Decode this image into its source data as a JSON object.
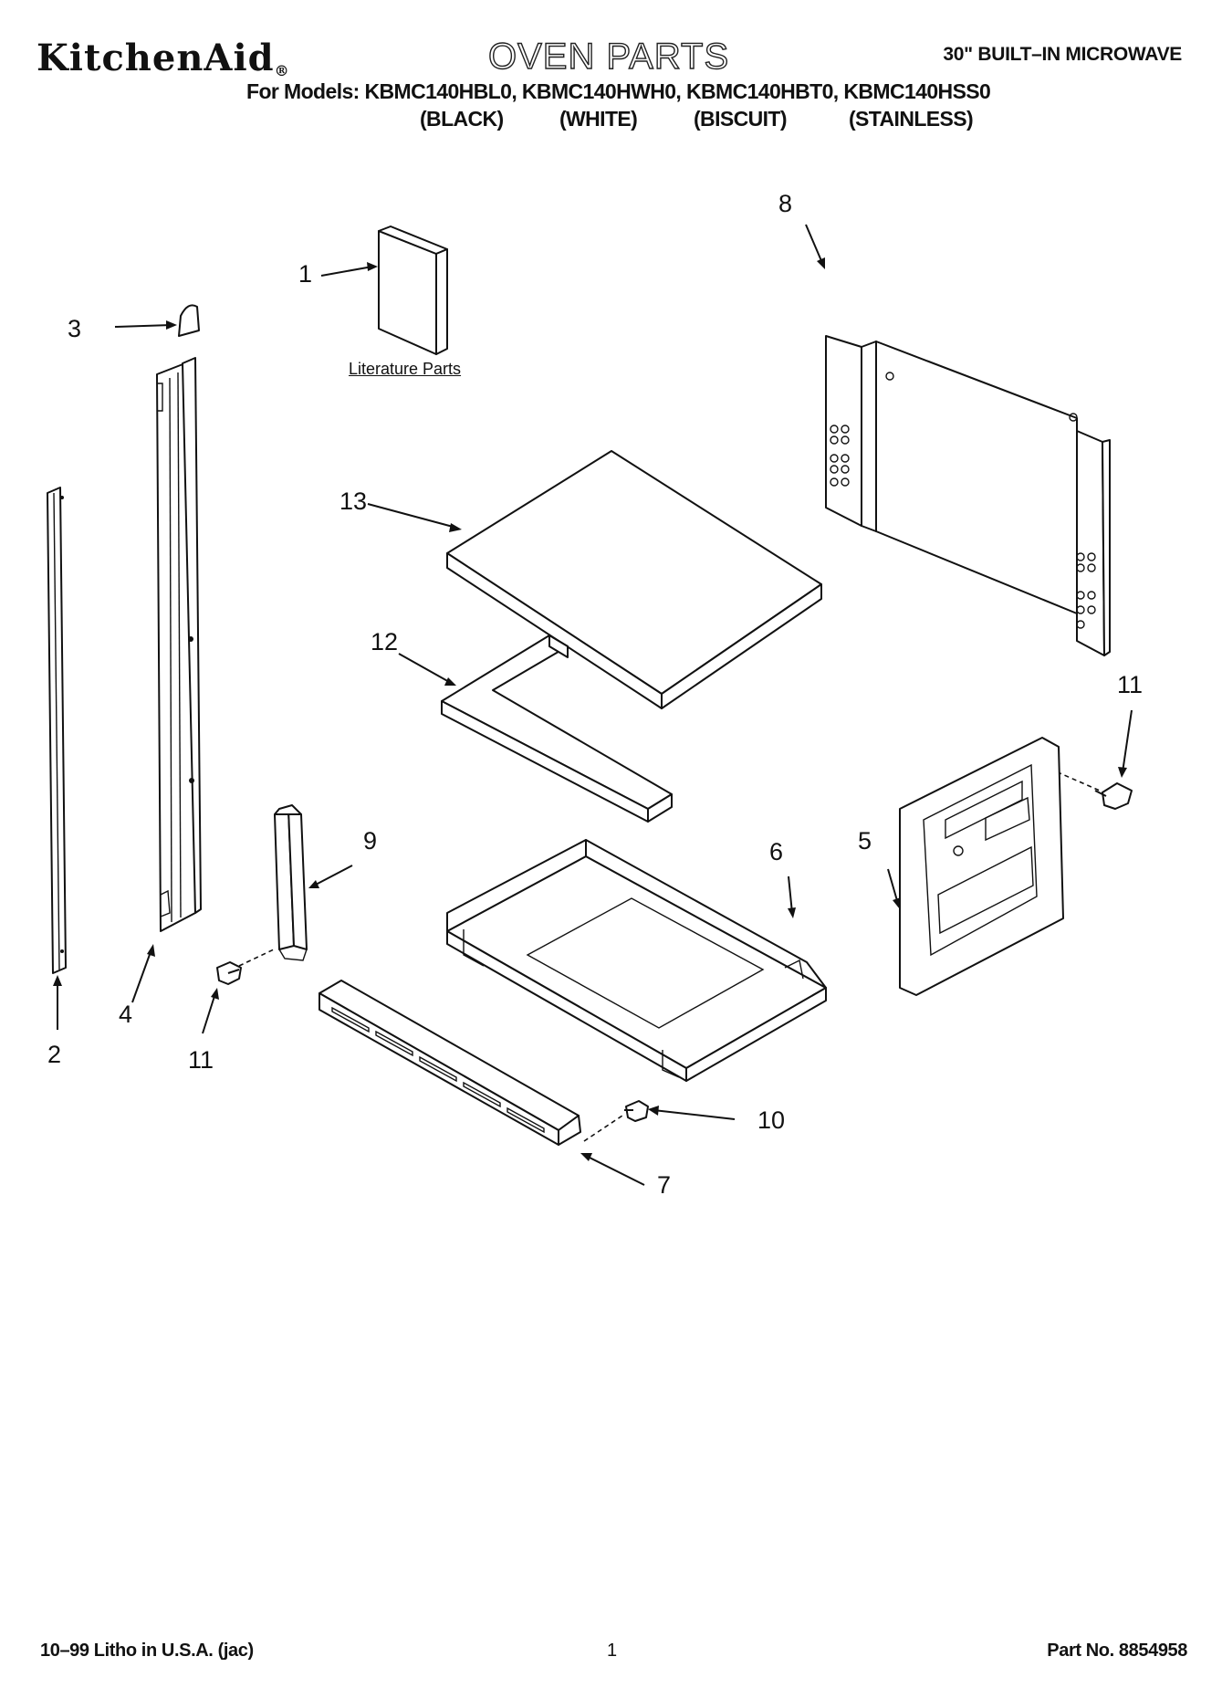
{
  "header": {
    "brand": "KitchenAid",
    "brand_mark": "®",
    "title": "OVEN PARTS",
    "product": "30\" BUILT–IN MICROWAVE",
    "models_line": "For Models: KBMC140HBL0, KBMC140HWH0, KBMC140HBT0, KBMC140HSS0",
    "colors": [
      "(BLACK)",
      "(WHITE)",
      "(BISCUIT)",
      "(STAINLESS)"
    ]
  },
  "diagram": {
    "literature_label": "Literature Parts",
    "callouts": [
      "1",
      "2",
      "3",
      "4",
      "5",
      "6",
      "7",
      "8",
      "9",
      "10",
      "11",
      "11",
      "12",
      "13"
    ]
  },
  "footer": {
    "left": "10–99 Litho in U.S.A. (jac)",
    "page": "1",
    "right": "Part No. 8854958"
  }
}
